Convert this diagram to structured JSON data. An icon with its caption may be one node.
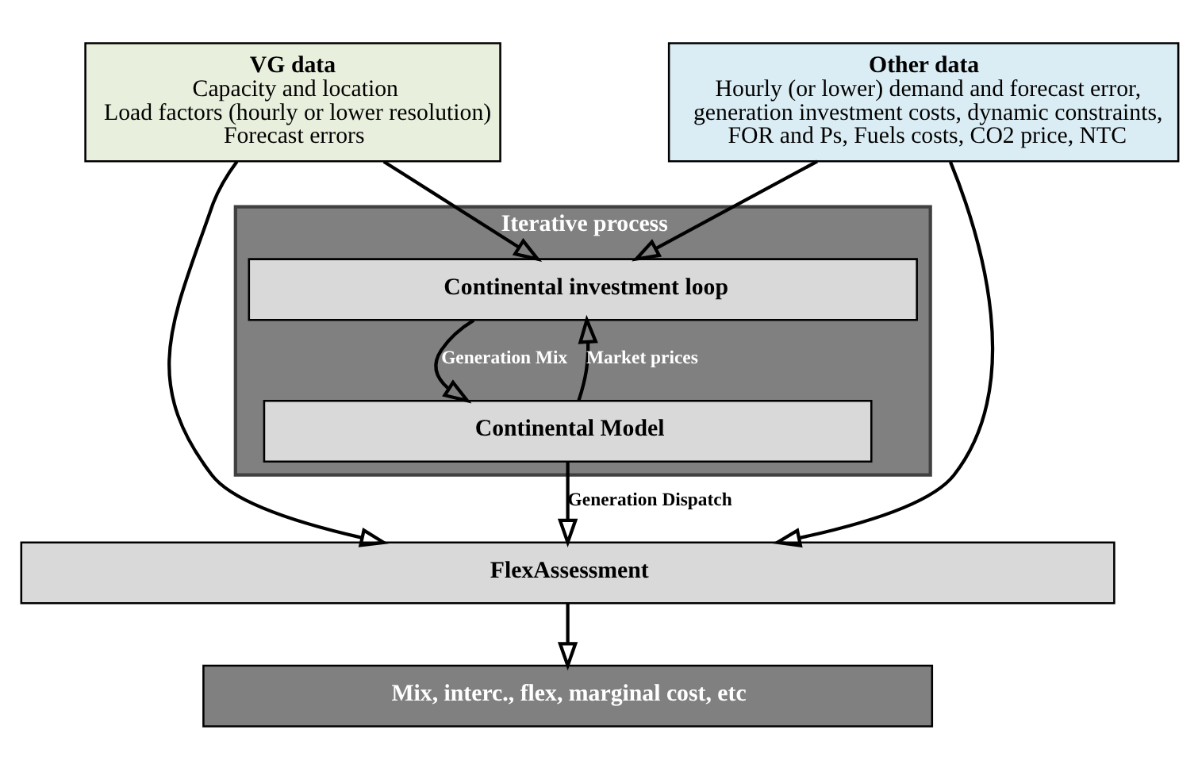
{
  "diagram": {
    "nodes": [
      {
        "text": [
          "VG data",
          "Capacity and location",
          "Load factors (hourly or lower resolution)",
          "Forecast errors"
        ]
      },
      {
        "text": [
          "Other data",
          "Hourly (or lower) demand and forecast error, generation investment costs, dynamic constraints, FOR and Ps, Fuels costs, CO2 price, NTC"
        ]
      },
      {
        "text": [
          "Iterative process"
        ]
      },
      {
        "text": [
          "Continental investment loop"
        ],
        "in": 2
      },
      {
        "text": [
          "Continental Model"
        ],
        "in": 2
      },
      {
        "text": [
          "FlexAssessment"
        ]
      },
      {
        "text": [
          "Mix, interc., flex, marginal cost, etc"
        ]
      }
    ],
    "edges": [
      {
        "from": 0,
        "to": 3,
        "arrow": "to"
      },
      {
        "from": 1,
        "to": 3,
        "arrow": "to"
      },
      {
        "from": 3,
        "to": 4,
        "arrow": "to",
        "label": "Generation Mix"
      },
      {
        "from": 4,
        "to": 3,
        "arrow": "to",
        "label": "Market prices"
      },
      {
        "from": 0,
        "to": 5,
        "arrow": "to"
      },
      {
        "from": 1,
        "to": 5,
        "arrow": "to"
      },
      {
        "from": 4,
        "to": 5,
        "arrow": "to",
        "label": "Generation Dispatch"
      },
      {
        "from": 5,
        "to": 6,
        "arrow": "to"
      }
    ]
  }
}
